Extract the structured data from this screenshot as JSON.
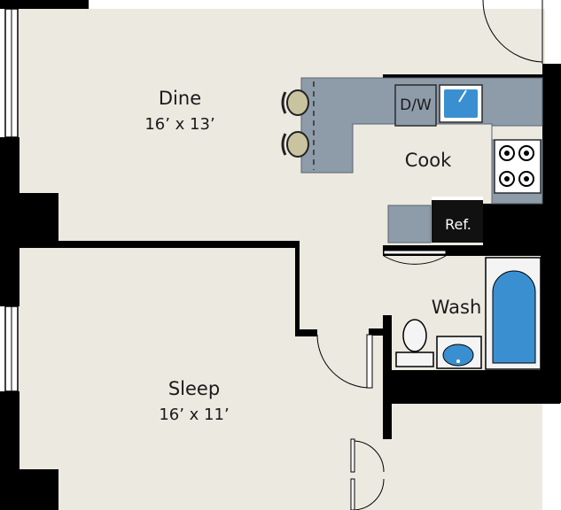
{
  "colors": {
    "floor": "#ece9e0",
    "wall": "#000000",
    "counter": "#8e9caa",
    "appliance_dark": "#111111",
    "water": "#3a8fd1",
    "stool_seat": "#c9c3a0",
    "fixture_white": "#f4f4f4"
  },
  "rooms": {
    "dine": {
      "name": "Dine",
      "dims": "16’ x 13’"
    },
    "sleep": {
      "name": "Sleep",
      "dims": "16’ x 11’"
    },
    "cook": {
      "name": "Cook"
    },
    "wash": {
      "name": "Wash"
    }
  },
  "fixtures": {
    "dishwasher": "D/W",
    "refrigerator": "Ref."
  },
  "icons": [
    "stool-icon",
    "sink-icon",
    "stove-icon",
    "toilet-icon",
    "bathtub-icon",
    "door-swing-icon",
    "window-icon"
  ]
}
